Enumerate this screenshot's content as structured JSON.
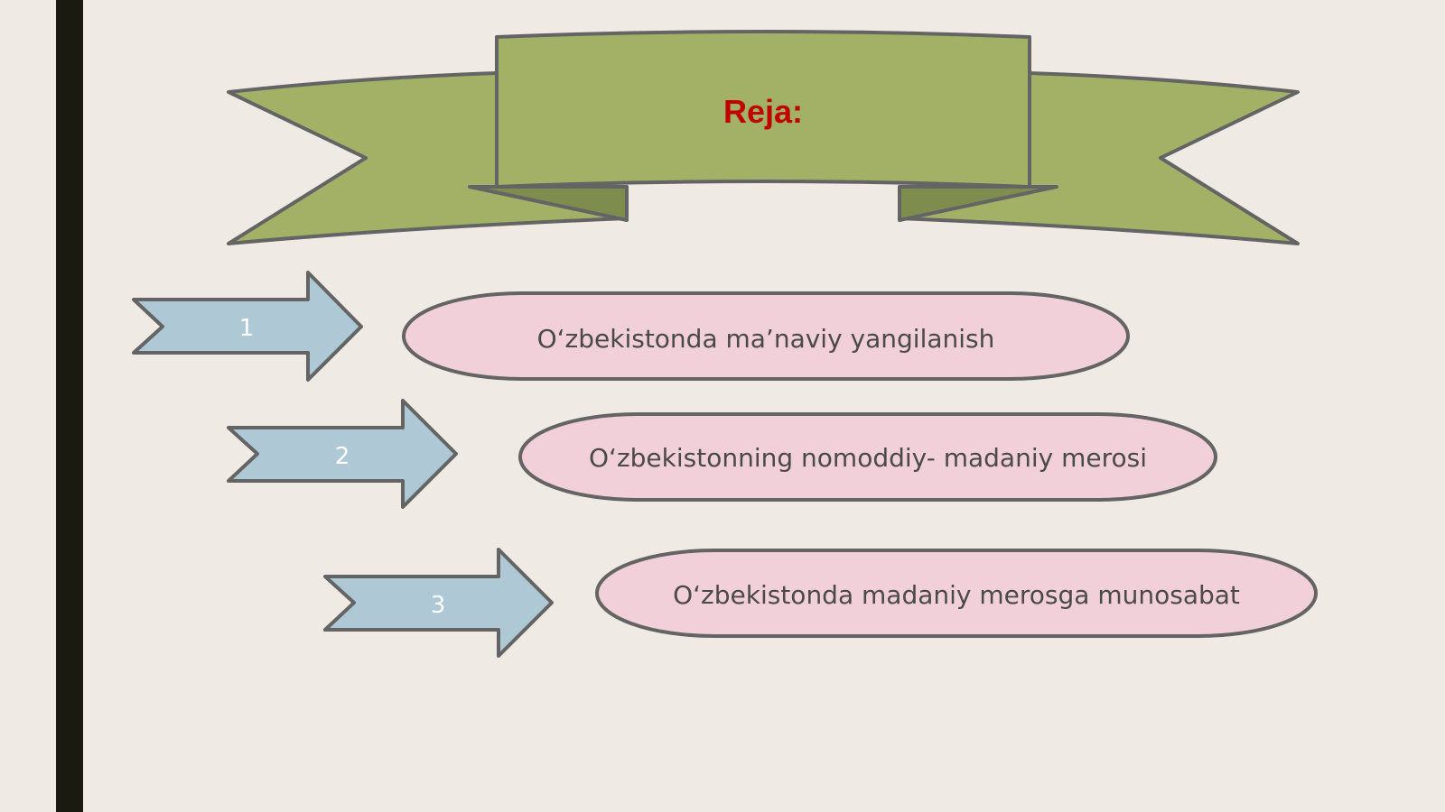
{
  "banner": {
    "title": "Reja:"
  },
  "items": [
    {
      "number": "1",
      "text": "O‘zbekistonda ma’naviy yangilanish"
    },
    {
      "number": "2",
      "text": "O‘zbekistonning nomoddiy- madaniy merosi"
    },
    {
      "number": "3",
      "text": "O‘zbekistonda madaniy merosga munosabat"
    }
  ],
  "colors": {
    "background": "#EFEBE4",
    "side_bar": "#1B1A10",
    "banner_fill": "#A3B167",
    "banner_fold": "#7E8C4E",
    "outline": "#646464",
    "title_text": "#C00000",
    "arrow_fill": "#AFC8D6",
    "pill_fill": "#F2D0D9",
    "item_text": "#4A4A48"
  }
}
